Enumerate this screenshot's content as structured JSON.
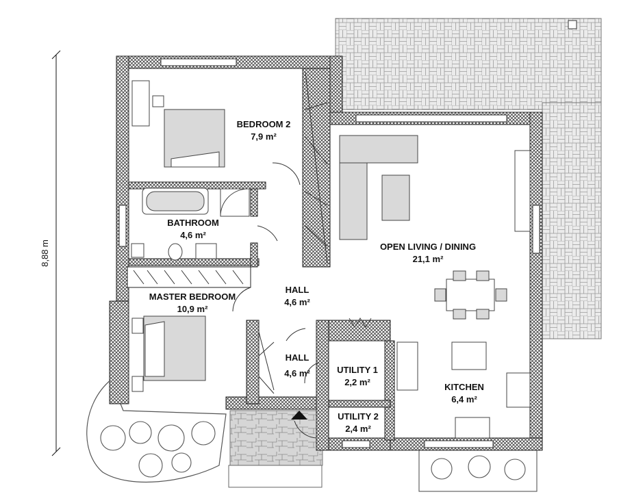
{
  "dimension": {
    "label": "8,88 m"
  },
  "rooms": [
    {
      "name": "BEDROOM 2",
      "area": "7,9 m²"
    },
    {
      "name": "BATHROOM",
      "area": "4,6 m²"
    },
    {
      "name": "MASTER BEDROOM",
      "area": "10,9 m²"
    },
    {
      "name": "HALL",
      "area": "4,6 m²"
    },
    {
      "name": "HALL",
      "area": "4,6 m²"
    },
    {
      "name": "OPEN LIVING / DINING",
      "area": "21,1 m²"
    },
    {
      "name": "UTILITY 1",
      "area": "2,2 m²"
    },
    {
      "name": "UTILITY 2",
      "area": "2,4 m²"
    },
    {
      "name": "KITCHEN",
      "area": "6,4 m²"
    }
  ],
  "colors": {
    "wall": "#3a3a3a",
    "furniture": "#d9d9d9",
    "paving": "#e6e6e6"
  }
}
